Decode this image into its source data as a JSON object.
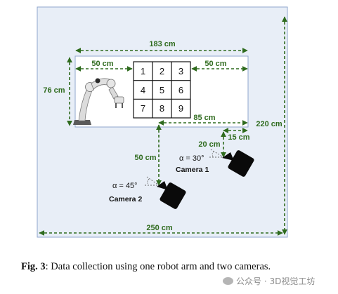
{
  "diagram": {
    "dimensions": {
      "room_width": "250 cm",
      "room_depth": "220 cm",
      "table_width": "183 cm",
      "table_depth": "76 cm",
      "left_margin": "50 cm",
      "right_margin": "50 cm",
      "cam1_offset_x": "85 cm",
      "cam1_offset_small": "15 cm",
      "cam1_offset_y": "20 cm",
      "cam2_offset_y": "50 cm"
    },
    "grid": [
      "1",
      "2",
      "3",
      "4",
      "5",
      "6",
      "7",
      "8",
      "9"
    ],
    "cameras": [
      {
        "label": "Camera 1",
        "alpha": "α = 30°"
      },
      {
        "label": "Camera 2",
        "alpha": "α = 45°"
      }
    ],
    "colors": {
      "room_fill": "#e8eef7",
      "room_border": "#8fa6cc",
      "dimension_green": "#2f6b1e",
      "camera_body": "#0a0a0a"
    }
  },
  "caption": {
    "label": "Fig. 3",
    "text": ": Data collection using one robot arm and two cameras."
  },
  "watermark": {
    "text": "公众号 · 3D视觉工坊"
  }
}
